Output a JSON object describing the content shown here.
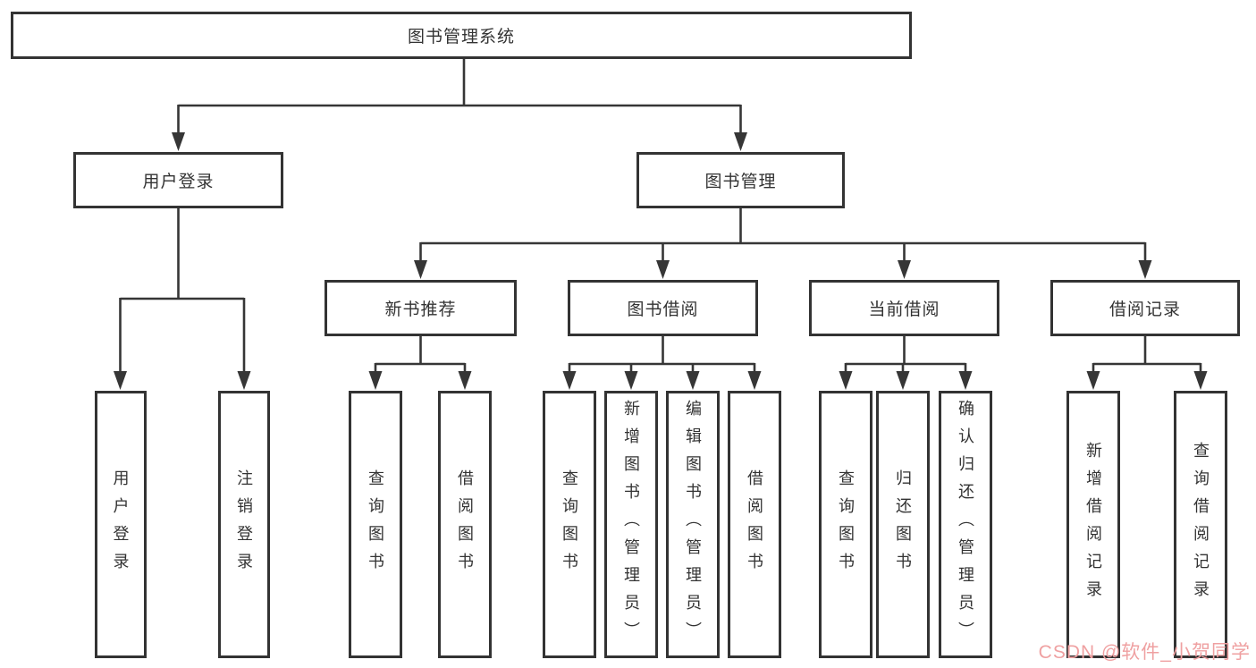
{
  "tree": {
    "root": {
      "label": "图书管理系统"
    },
    "branches": [
      {
        "label": "用户登录",
        "children": [
          {
            "label": "用户登录"
          },
          {
            "label": "注销登录"
          }
        ]
      },
      {
        "label": "图书管理",
        "children": [
          {
            "label": "新书推荐",
            "children": [
              {
                "label": "查询图书"
              },
              {
                "label": "借阅图书"
              }
            ]
          },
          {
            "label": "图书借阅",
            "children": [
              {
                "label": "查询图书"
              },
              {
                "label": "新增图书（管理员）"
              },
              {
                "label": "编辑图书（管理员）"
              },
              {
                "label": "借阅图书"
              }
            ]
          },
          {
            "label": "当前借阅",
            "children": [
              {
                "label": "查询图书"
              },
              {
                "label": "归还图书"
              },
              {
                "label": "确认归还（管理员）"
              }
            ]
          },
          {
            "label": "借阅记录",
            "children": [
              {
                "label": "新增借阅记录"
              },
              {
                "label": "查询借阅记录"
              }
            ]
          }
        ]
      }
    ]
  },
  "watermark": {
    "text": "CSDN @软件_小贺同学",
    "color": "#efa0a1"
  },
  "colors": {
    "line": "#363636",
    "box_border": "#333333",
    "text": "#333333",
    "background": "#ffffff"
  }
}
